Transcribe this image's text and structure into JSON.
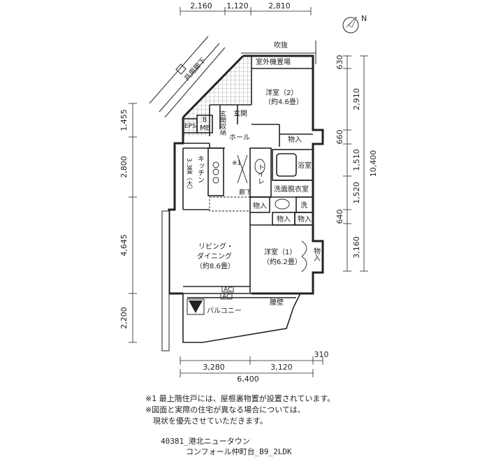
{
  "dimensions": {
    "top": [
      "2,160",
      "1,120",
      "2,810"
    ],
    "left": [
      "1,455",
      "2,800",
      "4,645",
      "2,200"
    ],
    "right_inner": [
      "630",
      "2,910",
      "660",
      "1,510",
      "1,520",
      "640",
      "3,160"
    ],
    "right_total": "10,400",
    "bottom_parts": [
      "3,280",
      "3,120"
    ],
    "bottom_extra": "310",
    "bottom_total": "6,400"
  },
  "labels": {
    "fukinuke": "吹抜",
    "outdoor_unit": "室外機置場",
    "corridor": "共用廊下",
    "bedroom2": "洋室（2）",
    "bedroom2_size": "（約4.6畳）",
    "genkan": "玄関",
    "genkan_storage": "玄関収納",
    "eps": "EPS",
    "mb_b": "B",
    "mb": "MB",
    "hall": "ホール",
    "closet": "物入",
    "kitchen": "キッチン",
    "kitchen_size": "3.3畳（大）",
    "toilet": "トイレ",
    "note_mark": "※1",
    "bathroom": "浴室",
    "hallway": "廊下",
    "dressing": "洗面脱衣室",
    "laundry": "洗",
    "living": "リビング・",
    "dining": "ダイニング",
    "living_size": "（約8.6畳）",
    "bedroom1": "洋室（1）",
    "bedroom1_size": "（約6.2畳）",
    "ac": "AC",
    "balcony": "バルコニー",
    "koshikabe": "腰壁"
  },
  "compass": {
    "label": "N"
  },
  "notes": [
    "※1 最上階住戸には、屋根裏物置が設置されています。",
    "※図面と実際の住宅が異なる場合については、",
    "　現状を優先させていただきます。"
  ],
  "reference": {
    "line1": "40381_港北ニュータウン",
    "line2": "コンフォール仲町台_B9_2LDK"
  }
}
